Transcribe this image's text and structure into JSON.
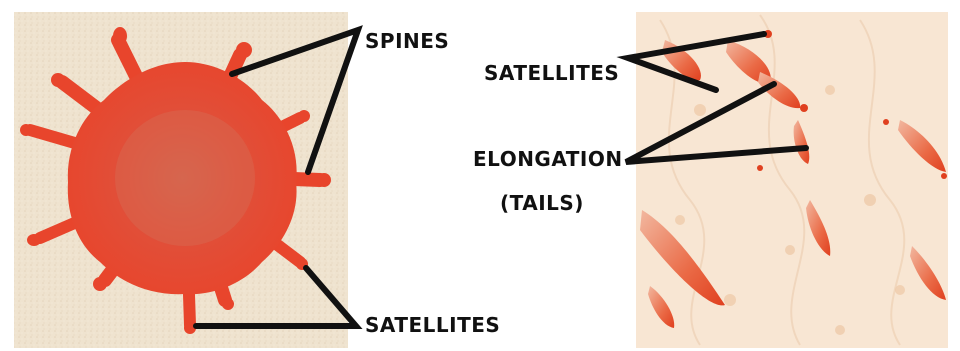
{
  "labels": {
    "spines": "SPINES",
    "satellites_top_right": "SATELLITES",
    "elongation": "ELONGATION",
    "tails": "(TAILS)",
    "satellites_bottom_left": "SATELLITES"
  },
  "colors": {
    "blood": "#e8452c",
    "blood_dark": "#c9301b",
    "blood_center": "#d9604d",
    "paper_left": "#efe3cf",
    "paper_right": "#f8e6d3",
    "callout_line": "#111111",
    "floral": "#e9c9a8"
  }
}
